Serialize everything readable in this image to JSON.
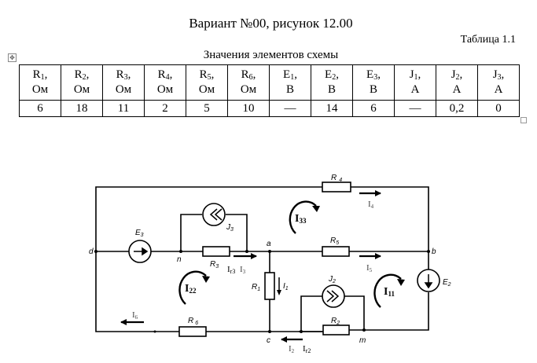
{
  "document": {
    "title": "Вариант №00, рисунок 12.00",
    "table_number": "Таблица 1.1",
    "table_caption": "Значения элементов схемы"
  },
  "table": {
    "columns": [
      {
        "symbol": "R",
        "index": "1",
        "unit": "Ом",
        "value": "6"
      },
      {
        "symbol": "R",
        "index": "2",
        "unit": "Ом",
        "value": "18"
      },
      {
        "symbol": "R",
        "index": "3",
        "unit": "Ом",
        "value": "11"
      },
      {
        "symbol": "R",
        "index": "4",
        "unit": "Ом",
        "value": "2"
      },
      {
        "symbol": "R",
        "index": "5",
        "unit": "Ом",
        "value": "5"
      },
      {
        "symbol": "R",
        "index": "6",
        "unit": "Ом",
        "value": "10"
      },
      {
        "symbol": "E",
        "index": "1",
        "unit": "В",
        "value": "—"
      },
      {
        "symbol": "E",
        "index": "2",
        "unit": "В",
        "value": "14"
      },
      {
        "symbol": "E",
        "index": "3",
        "unit": "В",
        "value": "6"
      },
      {
        "symbol": "J",
        "index": "1",
        "unit": "А",
        "value": "—"
      },
      {
        "symbol": "J",
        "index": "2",
        "unit": "А",
        "value": "0,2"
      },
      {
        "symbol": "J",
        "index": "3",
        "unit": "А",
        "value": "0"
      }
    ]
  },
  "circuit": {
    "nodes": {
      "a": "a",
      "b": "b",
      "c": "c",
      "d": "d",
      "n": "n",
      "m": "m"
    },
    "elements": {
      "R1": {
        "name": "R",
        "sub": "1"
      },
      "R2": {
        "name": "R",
        "sub": "2"
      },
      "R3": {
        "name": "R",
        "sub": "3"
      },
      "R4": {
        "name": "R",
        "sub": "4"
      },
      "R5": {
        "name": "R",
        "sub": "5"
      },
      "R6": {
        "name": "R",
        "sub": "6"
      },
      "E2": {
        "name": "E",
        "sub": "2"
      },
      "E3": {
        "name": "E",
        "sub": "3"
      },
      "J1": {
        "name": "I",
        "sub": "1"
      },
      "J2": {
        "name": "J",
        "sub": "2"
      },
      "J3": {
        "name": "J",
        "sub": "3"
      }
    },
    "currents": {
      "I2": {
        "name": "I",
        "sub": "2"
      },
      "Ir2": {
        "name": "I",
        "sub": "r2"
      },
      "I3": {
        "name": "I",
        "sub": "3"
      },
      "Ir3": {
        "name": "I",
        "sub": "r3"
      },
      "I4": {
        "name": "I",
        "sub": "4"
      },
      "I5": {
        "name": "I",
        "sub": "5"
      },
      "I6": {
        "name": "I",
        "sub": "6"
      }
    },
    "loop_currents": {
      "I11": {
        "name": "I",
        "sub": "11"
      },
      "I22": {
        "name": "I",
        "sub": "22"
      },
      "I33": {
        "name": "I",
        "sub": "33"
      }
    }
  }
}
